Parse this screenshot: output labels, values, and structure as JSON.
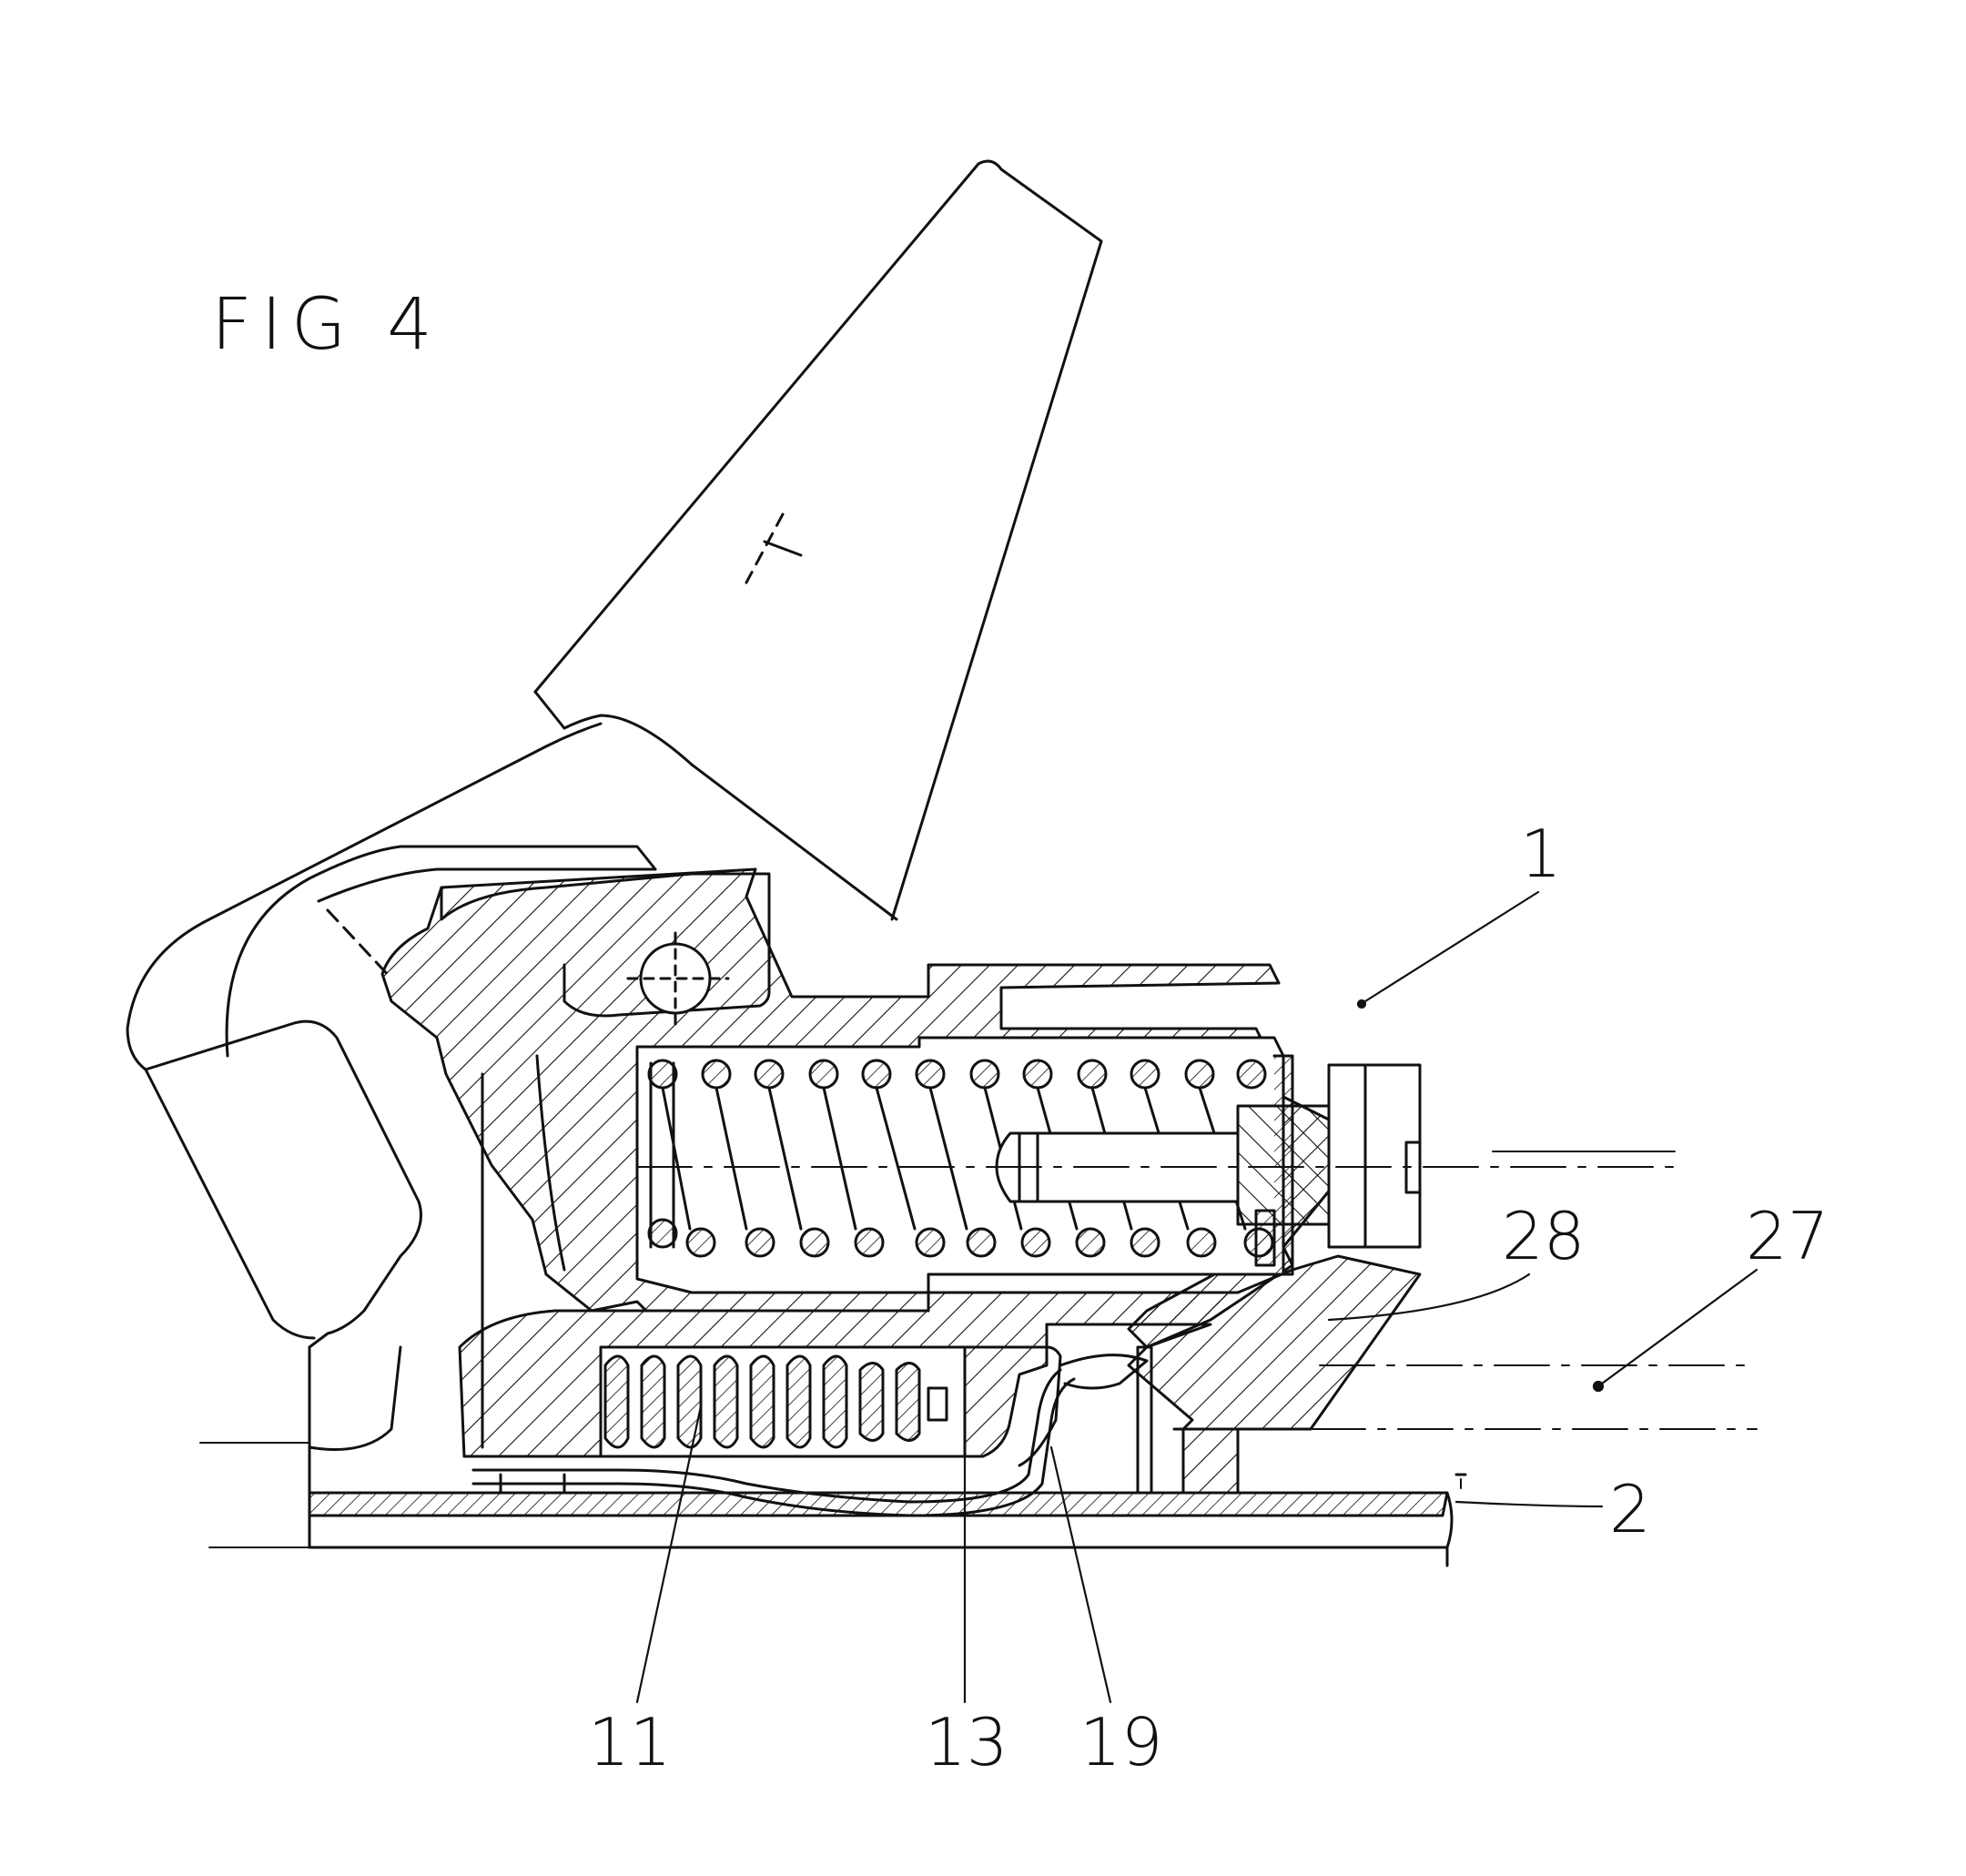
{
  "figure": {
    "title": "FIG 4"
  },
  "reference_numerals": {
    "n1": "1",
    "n2": "2",
    "n11": "11",
    "n13": "13",
    "n19": "19",
    "n27": "27",
    "n28": "28"
  },
  "colors": {
    "ink": "#111111",
    "background": "#ffffff"
  }
}
